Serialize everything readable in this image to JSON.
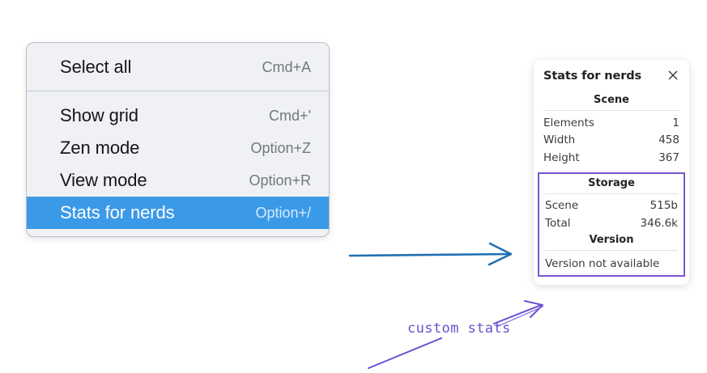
{
  "context_menu": {
    "groups": [
      {
        "items": [
          {
            "label": "Select all",
            "shortcut": "Cmd+A",
            "selected": false
          }
        ]
      },
      {
        "items": [
          {
            "label": "Show grid",
            "shortcut": "Cmd+'",
            "selected": false
          },
          {
            "label": "Zen mode",
            "shortcut": "Option+Z",
            "selected": false
          },
          {
            "label": "View mode",
            "shortcut": "Option+R",
            "selected": false
          },
          {
            "label": "Stats for nerds",
            "shortcut": "Option+/",
            "selected": true
          }
        ]
      }
    ],
    "highlight_color": "#3b9ae8"
  },
  "stats_panel": {
    "title": "Stats for nerds",
    "close_icon": "close-icon",
    "sections": [
      {
        "title": "Scene",
        "rows": [
          {
            "key": "Elements",
            "value": "1"
          },
          {
            "key": "Width",
            "value": "458"
          },
          {
            "key": "Height",
            "value": "367"
          }
        ]
      },
      {
        "title": "Storage",
        "rows": [
          {
            "key": "Scene",
            "value": "515b"
          },
          {
            "key": "Total",
            "value": "346.6k"
          }
        ]
      },
      {
        "title": "Version",
        "note": "Version not available",
        "rows": []
      }
    ],
    "highlight_color": "#7b56d6"
  },
  "annotations": {
    "callout_label": "custom stats",
    "arrow_blue_color": "#1f6fb2",
    "arrow_purple_color": "#6a4fd0"
  }
}
